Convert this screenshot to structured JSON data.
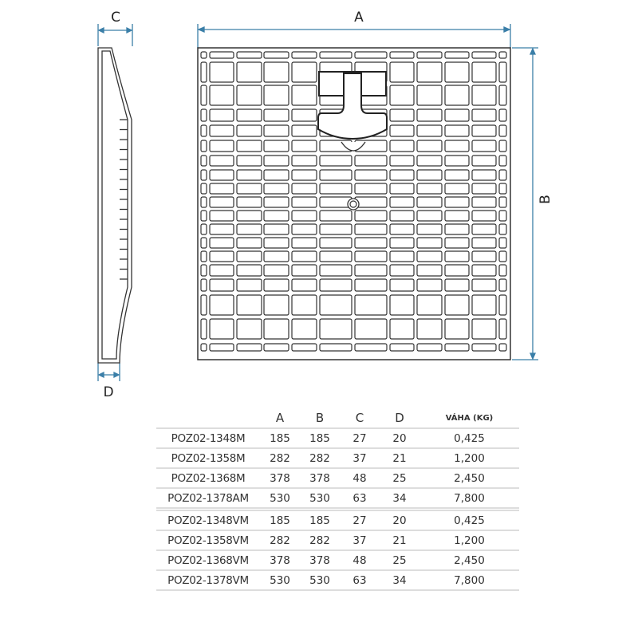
{
  "dimensions": {
    "a": "A",
    "b": "B",
    "c": "C",
    "d": "D"
  },
  "colors": {
    "dimension_line": "#3b7fa8",
    "outline": "#333333"
  },
  "table": {
    "headers": [
      "",
      "A",
      "B",
      "C",
      "D",
      "VÁHA (KG)"
    ],
    "rows": [
      [
        "POZ02-1348M",
        "185",
        "185",
        "27",
        "20",
        "0,425"
      ],
      [
        "POZ02-1358M",
        "282",
        "282",
        "37",
        "21",
        "1,200"
      ],
      [
        "POZ02-1368M",
        "378",
        "378",
        "48",
        "25",
        "2,450"
      ],
      [
        "POZ02-1378AM",
        "530",
        "530",
        "63",
        "34",
        "7,800"
      ],
      [
        "POZ02-1348VM",
        "185",
        "185",
        "27",
        "20",
        "0,425"
      ],
      [
        "POZ02-1358VM",
        "282",
        "282",
        "37",
        "21",
        "1,200"
      ],
      [
        "POZ02-1368VM",
        "378",
        "378",
        "48",
        "25",
        "2,450"
      ],
      [
        "POZ02-1378VM",
        "530",
        "530",
        "63",
        "34",
        "7,800"
      ]
    ]
  }
}
